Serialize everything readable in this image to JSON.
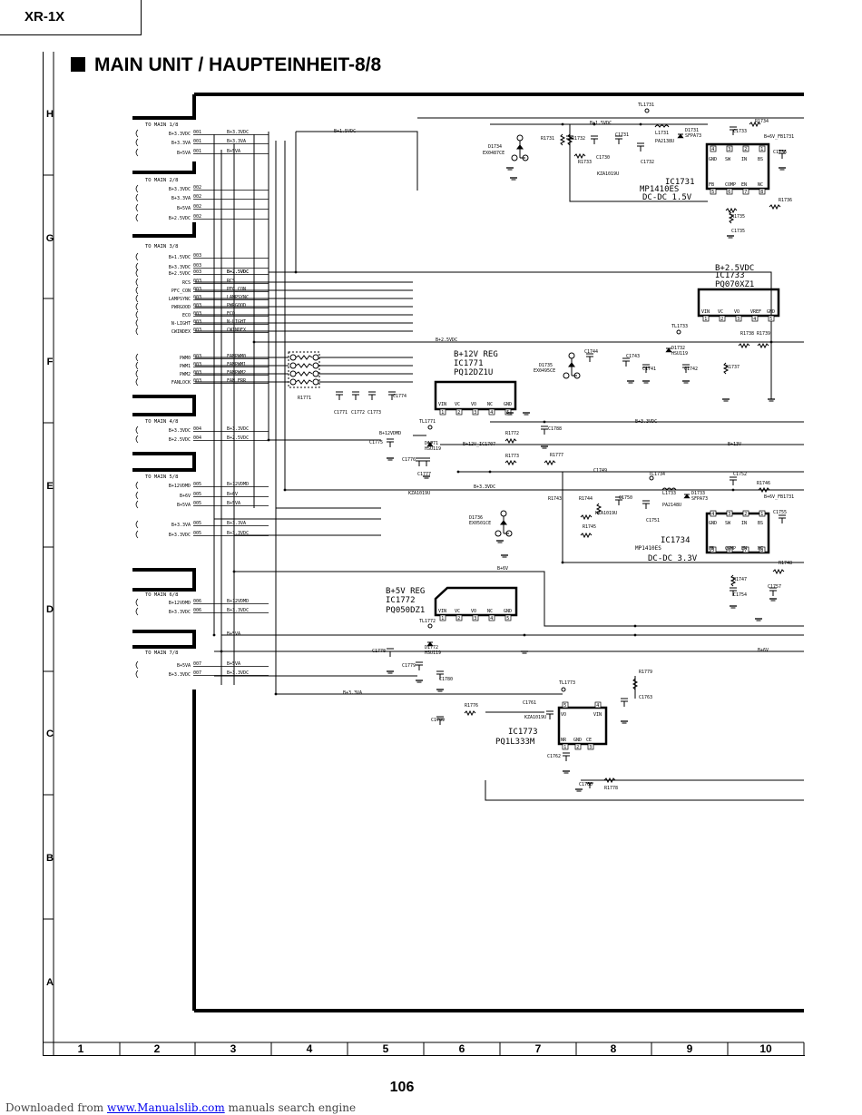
{
  "header": {
    "model": "XR-1X"
  },
  "page_title": "MAIN UNIT / HAUPTEINHEIT-8/8",
  "row_labels": [
    "H",
    "G",
    "F",
    "E",
    "D",
    "C",
    "B",
    "A"
  ],
  "column_labels": [
    "1",
    "2",
    "3",
    "4",
    "5",
    "6",
    "7",
    "8",
    "9",
    "10"
  ],
  "page_number": "106",
  "footer": {
    "prefix": "Downloaded from",
    "link": "www.Manualslib.com",
    "suffix": "manuals search engine"
  },
  "connectors": {
    "main1": "TO MAIN 1/8",
    "main2": "TO MAIN 2/8",
    "main3": "TO MAIN 3/8",
    "main4": "TO MAIN 4/8",
    "main5": "TO MAIN 5/8",
    "main6": "TO MAIN 6/8",
    "main7": "TO MAIN 7/8"
  },
  "ics": {
    "ic1731": {
      "name": "IC1731",
      "part": "MP1410ES",
      "desc": "DC-DC 1.5V",
      "pins_top": [
        "4",
        "3",
        "2",
        "1"
      ],
      "pins_bottom": [
        "5",
        "6",
        "7",
        "8"
      ],
      "top_labels": [
        "GND",
        "SW",
        "IN",
        "BS"
      ],
      "bottom_labels": [
        "FB",
        "COMP",
        "EN",
        "NC"
      ]
    },
    "ic1733": {
      "name": "IC1733",
      "part": "PQ070XZ1",
      "rail": "B+2.5VDC",
      "pins": [
        "1",
        "2",
        "3",
        "4",
        "5"
      ],
      "labels": [
        "VIN",
        "VC",
        "VO",
        "VREF",
        "GND"
      ]
    },
    "ic1771": {
      "name": "IC1771",
      "part": "PQ12DZ1U",
      "rail": "B+12V REG",
      "pins": [
        "1",
        "2",
        "3",
        "4",
        "5"
      ],
      "labels": [
        "VIN",
        "VC",
        "VO",
        "NC",
        "GND"
      ]
    },
    "ic1734": {
      "name": "IC1734",
      "part": "MP1410ES",
      "desc": "DC-DC 3.3V",
      "pins_top": [
        "4",
        "3",
        "2",
        "1"
      ],
      "pins_bottom": [
        "5",
        "6",
        "7",
        "8"
      ],
      "top_labels": [
        "GND",
        "SW",
        "IN",
        "BS"
      ],
      "bottom_labels": [
        "FB",
        "COMP",
        "EN",
        "NC"
      ]
    },
    "ic1772": {
      "name": "IC1772",
      "part": "PQ050DZ1",
      "rail": "B+5V REG",
      "pins": [
        "1",
        "2",
        "3",
        "4",
        "5"
      ],
      "labels": [
        "VIN",
        "VC",
        "VO",
        "NC",
        "GND"
      ]
    },
    "ic1773": {
      "name": "IC1773",
      "part": "PQ1L333M",
      "pins_top": [
        "5",
        "4"
      ],
      "pins_bottom": [
        "1",
        "2",
        "3"
      ],
      "top_labels": [
        "VO",
        "VIN"
      ],
      "bottom_labels": [
        "NR",
        "GND",
        "CE"
      ]
    }
  },
  "labels": {
    "tl1731": "TL1731",
    "tl1733": "TL1733",
    "tl1734": "TL1734",
    "tl1771": "TL1771",
    "tl1772": "TL1772",
    "tl1773": "TL1773",
    "b15": "B+1.5VDC",
    "b15b": "B+1.5VDC",
    "b25": "B+2.5VDC",
    "b25b": "B+2.5VDC",
    "b33": "B+3.3VDC",
    "b33b": "B+3.3VDC",
    "b6v": "B+6V",
    "b6vb": "B+6V",
    "b13": "B+13V",
    "b12vic": "B+12V_IC1707",
    "b33va": "B+3.3VA",
    "b5va": "B+5VA",
    "b6vfb1": "B+6V_FB1731",
    "b6vfb2": "B+6V_FB1731",
    "b12vmd": "B+12VDMD",
    "d1734": "D1734",
    "d1734p": "EX0487CE",
    "d1735": "D1735",
    "d1735p": "EX0495CE",
    "d1736": "D1736",
    "d1736p": "EX0501CE",
    "d1731": "D1731",
    "d1731p": "SFPA73",
    "d1733": "D1733",
    "d1733p": "SFPA73",
    "d1732": "D1732",
    "d1732p": "HSU119",
    "d1771": "D1771",
    "d1771p": "HSU119",
    "d1772": "D1772",
    "d1772p": "HSU119",
    "r1731": "R1731",
    "r1732": "R1732",
    "r1733": "R1733",
    "r1734": "R1734",
    "r1735": "R1735",
    "r1736": "R1736",
    "r1737": "R1737",
    "r1738": "R1738",
    "r1739": "R1739",
    "r1743": "R1743",
    "r1744": "R1744",
    "r1745": "R1745",
    "r1746": "R1746",
    "r1747": "R1747",
    "r1748": "R1748",
    "r1771": "R1771",
    "r1772": "R1772",
    "r1773": "R1773",
    "r1776": "R1776",
    "r1777": "R1777",
    "r1778": "R1778",
    "r1779": "R1779",
    "c1730": "C1730",
    "c1731": "C1731",
    "c1732": "C1732",
    "c1733": "C1733",
    "c1735": "C1735",
    "c1736": "C1736",
    "c1741": "C1741",
    "c1742": "C1742",
    "c1743": "C1743",
    "c1744": "C1744",
    "c1749": "C1749",
    "c1750": "C1750",
    "c1751": "C1751",
    "c1752": "C1752",
    "c1754": "C1754",
    "c1755": "C1755",
    "c1757": "C1757",
    "c1760": "C1760",
    "c1761": "C1761",
    "c1762": "C1762",
    "c1763": "C1763",
    "c1771": "C1771",
    "c1772": "C1772",
    "c1773": "C1773",
    "c1774": "C1774",
    "c1775": "C1775",
    "c1776": "C1776",
    "c1777": "C1777",
    "c1778": "C1778",
    "c1779": "C1779",
    "c1780": "C1780",
    "c1788": "C1788",
    "c1789": "C1789",
    "l1731": "L1731",
    "l1731p": "PA2138U",
    "l1733": "L1733",
    "l1733p": "PA2148U",
    "kza1": "KZA1019U",
    "kza2": "KZA1019U",
    "kza3": "KZA1019U",
    "kza4": "KZA1019U"
  },
  "connector_pins": [
    {
      "name": "B+3.3VDC",
      "num": "001",
      "net": "B+3.3VDC"
    },
    {
      "name": "B+3.3VA",
      "num": "001",
      "net": "B+3.3VA"
    },
    {
      "name": "B+5VA",
      "num": "001",
      "net": "B+5VA"
    },
    {
      "name": "B+3.3VDC",
      "num": "002",
      "net": ""
    },
    {
      "name": "B+3.3VA",
      "num": "002",
      "net": ""
    },
    {
      "name": "B+5VA",
      "num": "002",
      "net": ""
    },
    {
      "name": "B+2.5VDC",
      "num": "002",
      "net": ""
    },
    {
      "name": "B+1.5VDC",
      "num": "003",
      "net": ""
    },
    {
      "name": "B+3.3VDC",
      "num": "003",
      "net": ""
    },
    {
      "name": "B+2.5VDC",
      "num": "003",
      "net": "B+2.5VDC"
    },
    {
      "name": "RCS",
      "num": "003",
      "net": "RCS"
    },
    {
      "name": "PFC_CON",
      "num": "003",
      "net": "PFC_CON"
    },
    {
      "name": "LAMPSYNC",
      "num": "003",
      "net": "LAMPSYNC"
    },
    {
      "name": "PWRGOOD",
      "num": "003",
      "net": "PWRGOOD"
    },
    {
      "name": "ECO",
      "num": "003",
      "net": "ECO"
    },
    {
      "name": "N-LIGHT",
      "num": "003",
      "net": "N-LIGHT"
    },
    {
      "name": "CWINDEX",
      "num": "003",
      "net": "CWINDEX"
    },
    {
      "name": "PWM0",
      "num": "003",
      "net": "FANPWM0"
    },
    {
      "name": "PWM1",
      "num": "003",
      "net": "FANPWM1"
    },
    {
      "name": "PWM2",
      "num": "003",
      "net": "FANPWM2"
    },
    {
      "name": "FANLOCK",
      "num": "003",
      "net": "FAN_ERR"
    },
    {
      "name": "B+3.3VDC",
      "num": "004",
      "net": "B+3.3VDC"
    },
    {
      "name": "B+2.5VDC",
      "num": "004",
      "net": "B+2.5VDC"
    },
    {
      "name": "B+12VDMD",
      "num": "005",
      "net": "B+12VDMD"
    },
    {
      "name": "B+6V",
      "num": "005",
      "net": "B+6V"
    },
    {
      "name": "B+5VA",
      "num": "005",
      "net": "B+5VA"
    },
    {
      "name": "B+3.3VA",
      "num": "005",
      "net": "B+3.3VA"
    },
    {
      "name": "B+3.3VDC",
      "num": "005",
      "net": "B+3.3VDC"
    },
    {
      "name": "B+12VDMD",
      "num": "006",
      "net": "B+12VDMD"
    },
    {
      "name": "B+3.3VDC",
      "num": "006",
      "net": "B+3.3VDC"
    },
    {
      "name": "B+5VA",
      "num": "007",
      "net": "B+5VA"
    },
    {
      "name": "B+3.3VDC",
      "num": "007",
      "net": "B+3.3VDC"
    }
  ]
}
